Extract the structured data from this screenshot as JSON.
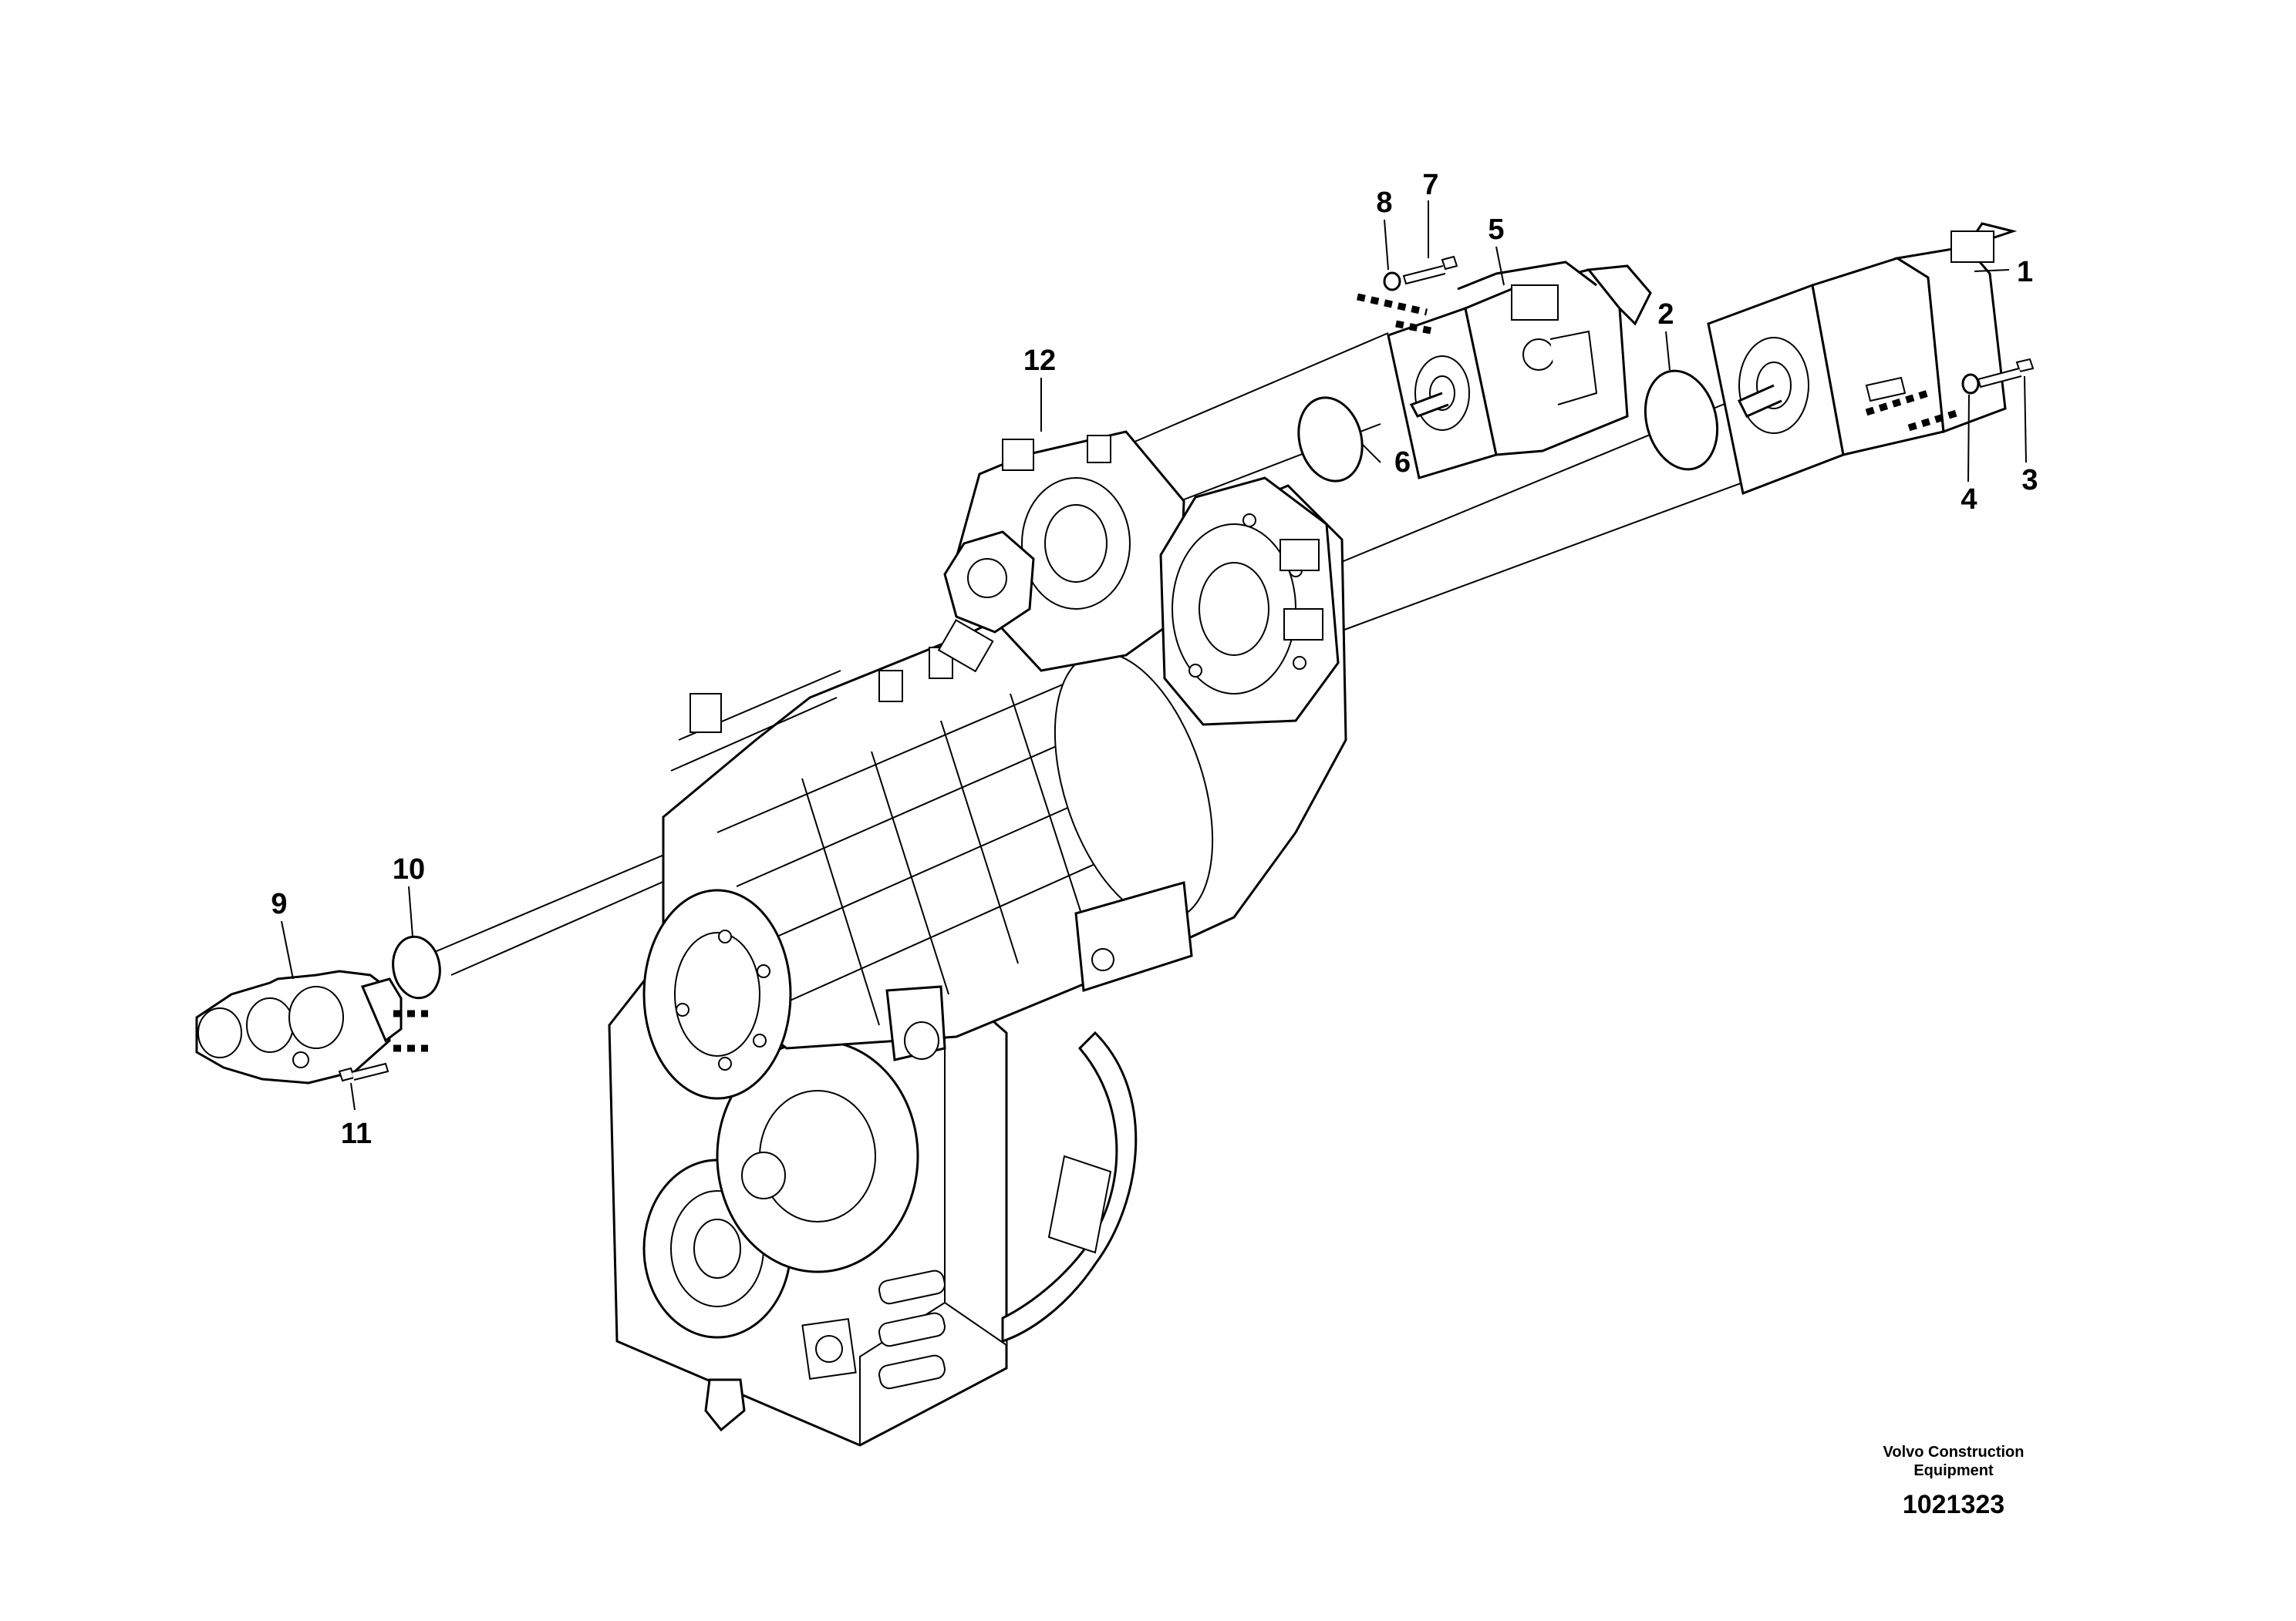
{
  "callouts": [
    {
      "id": "1",
      "label": "1"
    },
    {
      "id": "2",
      "label": "2"
    },
    {
      "id": "3",
      "label": "3"
    },
    {
      "id": "4",
      "label": "4"
    },
    {
      "id": "5",
      "label": "5"
    },
    {
      "id": "6",
      "label": "6"
    },
    {
      "id": "7",
      "label": "7"
    },
    {
      "id": "8",
      "label": "8"
    },
    {
      "id": "9",
      "label": "9"
    },
    {
      "id": "10",
      "label": "10"
    },
    {
      "id": "11",
      "label": "11"
    },
    {
      "id": "12",
      "label": "12"
    }
  ],
  "footer": {
    "company_line1": "Volvo Construction",
    "company_line2": "Equipment",
    "drawing_number": "1021323"
  }
}
